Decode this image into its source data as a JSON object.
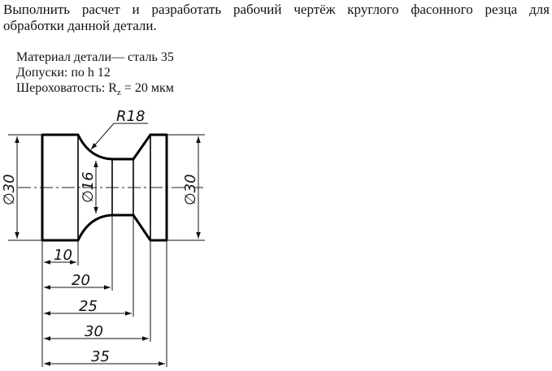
{
  "task": {
    "line1": "Выполнить расчет и разработать рабочий чертёж круглого фасонного резца для",
    "line2": "обработки данной детали."
  },
  "specs": {
    "material": "Материал детали— сталь 35",
    "tolerances": "Допуски: по h 12",
    "roughness_prefix": "Шероховатость:  R",
    "roughness_sub": "z",
    "roughness_suffix": " = 20 мкм"
  },
  "drawing": {
    "radius_label": "R18",
    "dia_left": "∅30",
    "dia_mid": "∅16",
    "dia_right": "∅30",
    "lengths": [
      "10",
      "20",
      "25",
      "30",
      "35"
    ]
  }
}
